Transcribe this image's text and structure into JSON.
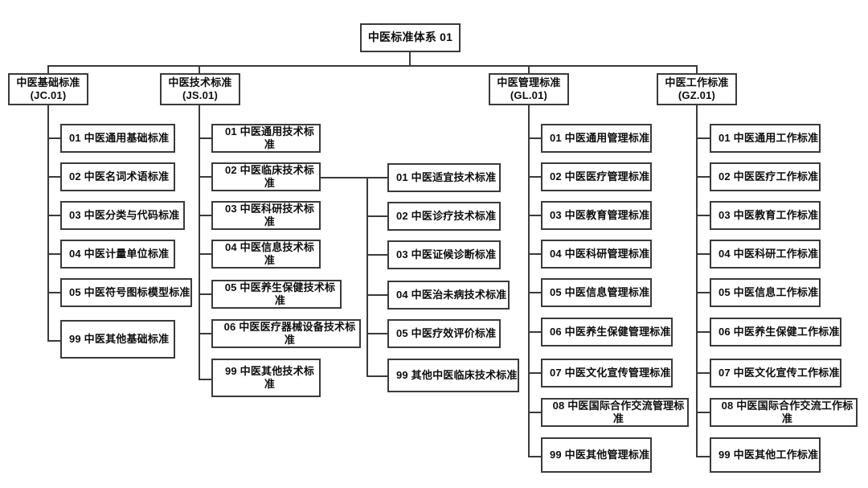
{
  "diagram": {
    "title": "中医标准体系",
    "root": {
      "label": "中医标准体系 01"
    },
    "level2": [
      {
        "label": "中医基础标准\n(JC.01)",
        "code": "JC.01"
      },
      {
        "label": "中医技术标准\n(JS.01)",
        "code": "JS.01"
      },
      {
        "label": "中医管理标准\n(GL.01)",
        "code": "GL.01"
      },
      {
        "label": "中医工作标准\n(GZ.01)",
        "code": "GZ.01"
      }
    ],
    "columns": {
      "basic": [
        {
          "label": "01 中医通用基础标准"
        },
        {
          "label": "02 中医名词术语标准"
        },
        {
          "label": "03 中医分类与代码标准"
        },
        {
          "label": "04 中医计量单位标准"
        },
        {
          "label": "05 中医符号图标模型标准"
        },
        {
          "label": "99 中医其他基础标准"
        }
      ],
      "technical": [
        {
          "label": "01 中医通用技术标准"
        },
        {
          "label": "02 中医临床技术标准"
        },
        {
          "label": "03 中医科研技术标准"
        },
        {
          "label": "04 中医信息技术标准"
        },
        {
          "label": "05 中医养生保健技术标准"
        },
        {
          "label": "06 中医医疗器械设备技术标准"
        },
        {
          "label": "99 中医其他技术标准"
        }
      ],
      "clinical": [
        {
          "label": "01 中医适宜技术标准"
        },
        {
          "label": "02 中医诊疗技术标准"
        },
        {
          "label": "03 中医证候诊断标准"
        },
        {
          "label": "04 中医治未病技术标准"
        },
        {
          "label": "05 中医疗效评价标准"
        },
        {
          "label": "99 其他中医临床技术标准"
        }
      ],
      "management": [
        {
          "label": "01 中医通用管理标准"
        },
        {
          "label": "02 中医医疗管理标准"
        },
        {
          "label": "03 中医教育管理标准"
        },
        {
          "label": "04 中医科研管理标准"
        },
        {
          "label": "05 中医信息管理标准"
        },
        {
          "label": "06 中医养生保健管理标准"
        },
        {
          "label": "07 中医文化宣传管理标准"
        },
        {
          "label": "08 中医国际合作交流管理标准"
        },
        {
          "label": "99 中医其他管理标准"
        }
      ],
      "work": [
        {
          "label": "01 中医通用工作标准"
        },
        {
          "label": "02 中医医疗工作标准"
        },
        {
          "label": "03 中医教育工作标准"
        },
        {
          "label": "04 中医科研工作标准"
        },
        {
          "label": "05 中医信息工作标准"
        },
        {
          "label": "06 中医养生保健工作标准"
        },
        {
          "label": "07 中医文化宣传工作标准"
        },
        {
          "label": "08 中医国际合作交流工作标准"
        },
        {
          "label": "99 中医其他工作标准"
        }
      ]
    },
    "colors": {
      "border": "#3a3a3a",
      "text": "#0d0d0d",
      "background": "#ffffff"
    }
  }
}
